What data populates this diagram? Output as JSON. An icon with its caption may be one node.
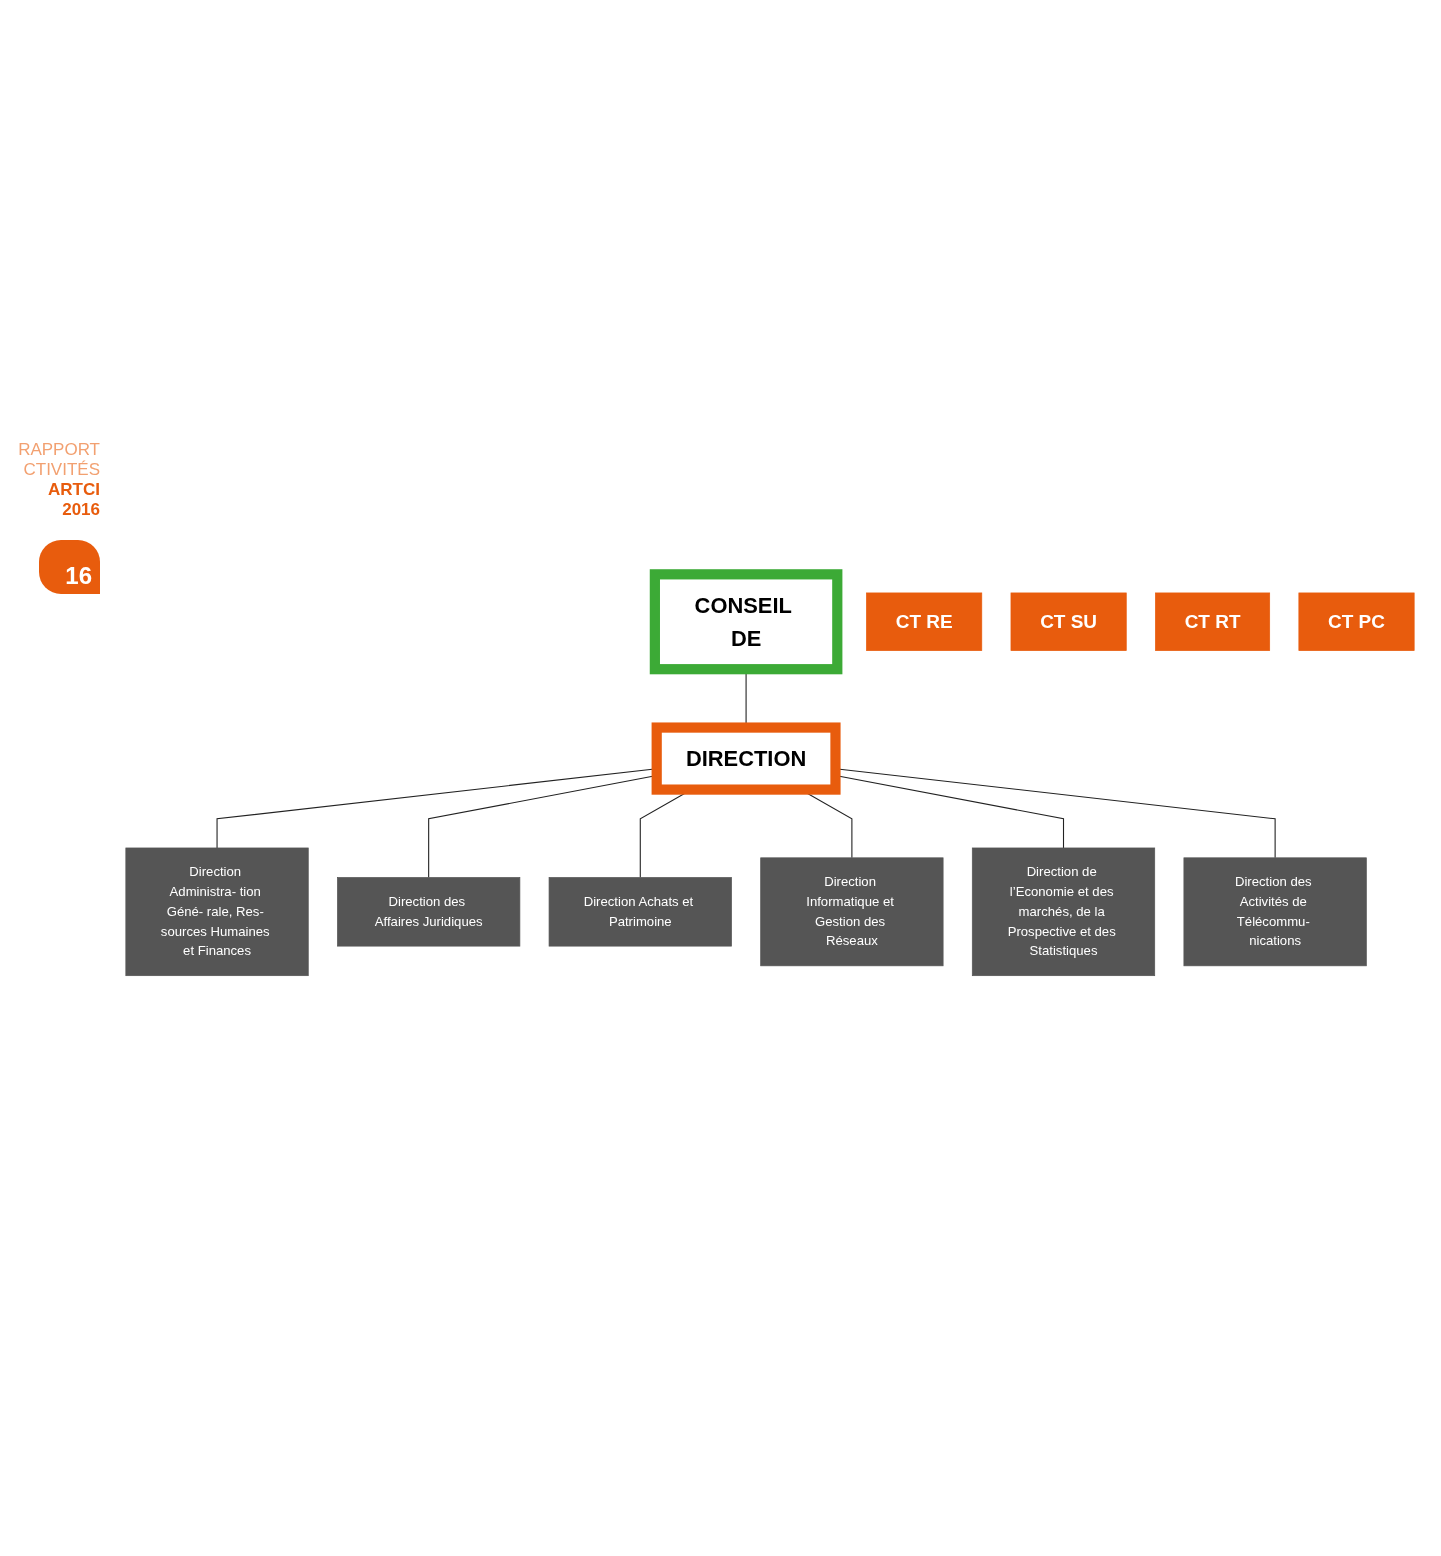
{
  "diagram": {
    "nodes": [
      {
        "text": [
          "CONSEIL DE"
        ]
      },
      {
        "text": [
          "DIRECTION"
        ]
      },
      {
        "text": [
          "CT RE"
        ]
      },
      {
        "text": [
          "CT SU"
        ]
      },
      {
        "text": [
          "CT RT"
        ]
      },
      {
        "text": [
          "CT PC"
        ]
      },
      {
        "text": [
          "Direction Administra- tion Géné- rale, Res- sources Humaines et Finances"
        ]
      },
      {
        "text": [
          "Direction des Affaires Juridiques"
        ]
      },
      {
        "text": [
          "Direction Achats et Patrimoine"
        ]
      },
      {
        "text": [
          "Direction Informatique et Gestion des Réseaux"
        ]
      },
      {
        "text": [
          "Direction de l’Economie et des marchés, de la Prospective et des Statistiques"
        ]
      },
      {
        "text": [
          "Direction des Activités de Télécommu- nications"
        ]
      }
    ],
    "edges": [
      {
        "from": 0,
        "to": 1,
        "arrow": "none"
      },
      {
        "from": 1,
        "to": 6,
        "arrow": "none"
      },
      {
        "from": 1,
        "to": 7,
        "arrow": "none"
      },
      {
        "from": 1,
        "to": 8,
        "arrow": "none"
      },
      {
        "from": 1,
        "to": 9,
        "arrow": "none"
      },
      {
        "from": 1,
        "to": 10,
        "arrow": "none"
      },
      {
        "from": 1,
        "to": 11,
        "arrow": "none"
      }
    ],
    "labels": [
      "RAPPORT",
      "CTIVITÉS",
      "ARTCI",
      "2016",
      "16"
    ]
  }
}
